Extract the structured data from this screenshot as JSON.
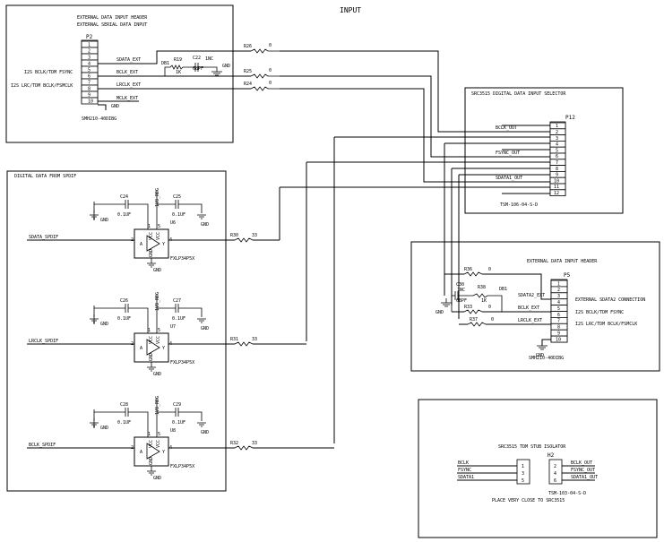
{
  "title": "INPUT",
  "blocks": {
    "ext_header": {
      "line1": "EXTERNAL DATA INPUT HEADER",
      "line2": "EXTERNAL SERIAL DATA INPUT"
    },
    "spdif": {
      "title": "DIGITAL DATA FROM SPDIF"
    },
    "selector": {
      "title": "SRC3515 DIGITAL DATA INPUT SELECTOR"
    },
    "ext_header2": {
      "title": "EXTERNAL DATA INPUT HEADER"
    },
    "isolator": {
      "title": "SRC3515 TDM STUB ISOLATOR",
      "note": "PLACE VERY CLOSE TO SRC3515"
    }
  },
  "p2": {
    "ref": "P2",
    "part": "SMH210-40DIBG",
    "pins": [
      "1",
      "2",
      "3",
      "4",
      "5",
      "6",
      "7",
      "8",
      "9",
      "10"
    ],
    "left_labels": [
      "I2S BCLK/TDM FSYNC",
      "I2S LRC/TDM BCLK/FSMCLK"
    ],
    "nets": [
      "SDATA_EXT",
      "BCLK_EXT",
      "LRCLK_EXT",
      "MCLK_EXT"
    ],
    "gnd": "GND"
  },
  "ext_rc": {
    "r_ref": "R19",
    "r_val": "1K",
    "c_ref": "C22",
    "c_val": "68PF",
    "db_ref": "DB1",
    "nc": "1NC",
    "gnd": "GND"
  },
  "series_r": [
    {
      "ref": "R26",
      "val": "0"
    },
    {
      "ref": "R25",
      "val": "0"
    },
    {
      "ref": "R24",
      "val": "0"
    }
  ],
  "p12": {
    "ref": "P12",
    "part": "TSM-106-04-S-D",
    "pins": [
      "1",
      "2",
      "3",
      "4",
      "5",
      "6",
      "7",
      "8",
      "9",
      "10",
      "11",
      "12"
    ],
    "nets": [
      "BCLK_OUT",
      "FSYNC_OUT",
      "SDATA1_OUT"
    ]
  },
  "spdif_chans": [
    {
      "cl": "C24",
      "cl_val": "0.1UF",
      "cr": "C25",
      "cr_val": "0.1UF",
      "vreg": "1V8_REG",
      "u": "U6",
      "part": "FXLP34P5X",
      "input": "SDATA_SPDIF",
      "r": "R30",
      "r_val": "33",
      "pin_a": "A",
      "pin_y": "Y",
      "pin2": "2",
      "pin4": "4",
      "pin5": "5",
      "pin1": "1",
      "vcc": "VCC",
      "gnd_pin": "GND",
      "gnd": "GND"
    },
    {
      "cl": "C26",
      "cl_val": "0.1UF",
      "cr": "C27",
      "cr_val": "0.1UF",
      "vreg": "1V8_REG",
      "u": "U7",
      "part": "FXLP34P5X",
      "input": "LRCLK_SPDIF",
      "r": "R31",
      "r_val": "33",
      "pin_a": "A",
      "pin_y": "Y",
      "pin2": "2",
      "pin4": "4",
      "pin5": "5",
      "pin1": "1",
      "vcc": "VCC",
      "gnd_pin": "GND",
      "gnd": "GND"
    },
    {
      "cl": "C28",
      "cl_val": "0.1UF",
      "cr": "C29",
      "cr_val": "0.1UF",
      "vreg": "1V8_REG",
      "u": "U8",
      "part": "FXLP34P5X",
      "input": "BCLK_SPDIF",
      "r": "R32",
      "r_val": "33",
      "pin_a": "A",
      "pin_y": "Y",
      "pin2": "2",
      "pin4": "4",
      "pin5": "5",
      "pin1": "1",
      "vcc": "VCC",
      "gnd_pin": "GND",
      "gnd": "GND"
    }
  ],
  "p5": {
    "ref": "P5",
    "part": "SMH210-40DIBG",
    "pins": [
      "1",
      "2",
      "3",
      "4",
      "5",
      "6",
      "7",
      "8",
      "9",
      "10"
    ],
    "right_labels": [
      "EXTERNAL SDATA2 CONNECTION",
      "I2S BCLK/TDM FSYNC",
      "I2S LRC/TDM BCLK/FSMCLK"
    ],
    "nets": [
      "SDATA2_EXT",
      "BCLK_EXT",
      "LRCLK_EXT"
    ],
    "r_top": {
      "ref": "R36",
      "val": "0"
    },
    "r33": {
      "ref": "R33",
      "val": "0"
    },
    "r37": {
      "ref": "R37",
      "val": "0"
    },
    "rc": {
      "c_ref": "C30",
      "c_val": "68PF",
      "r_ref": "R38",
      "r_val": "1K",
      "db": "DB1",
      "nc": "1NC"
    },
    "gnd": "GND"
  },
  "h2": {
    "ref": "H2",
    "part": "TSM-103-04-S-D",
    "pins_left": [
      "1",
      "3",
      "5"
    ],
    "pins_right": [
      "2",
      "4",
      "6"
    ],
    "left_nets": [
      "BCLK",
      "FSYNC",
      "SDATA1"
    ],
    "right_nets": [
      "BCLK_OUT",
      "FSYNC_OUT",
      "SDATA1_OUT"
    ]
  }
}
